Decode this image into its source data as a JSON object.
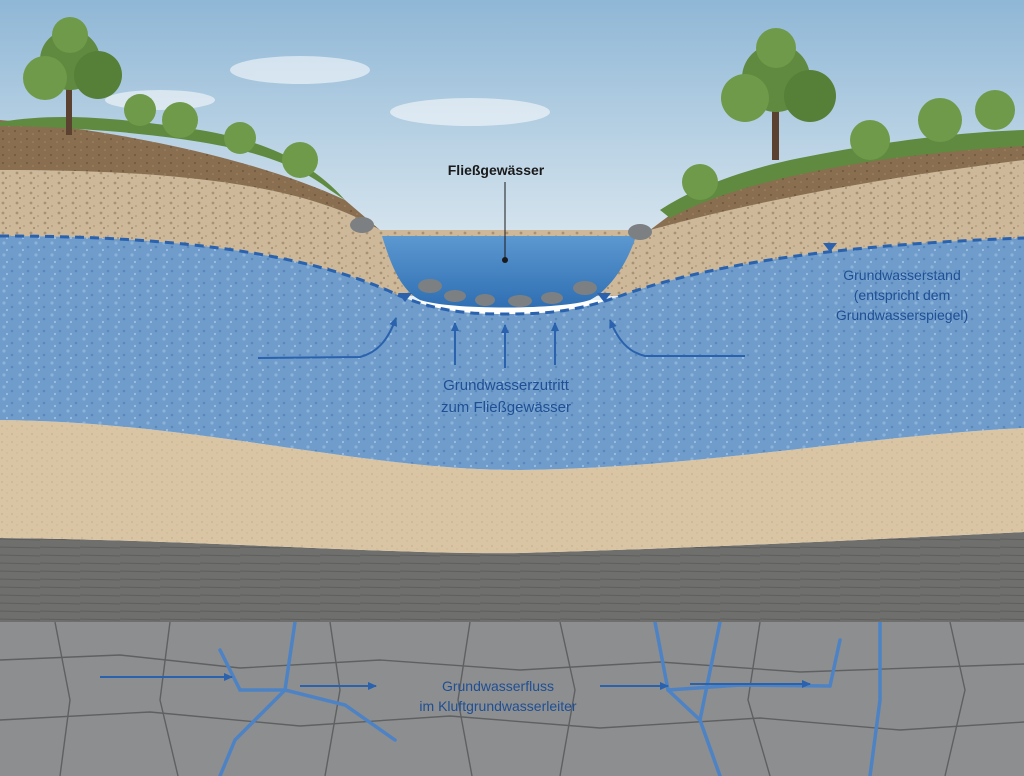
{
  "labels": {
    "river": "Fließgewässer",
    "water_level_line1": "Grundwasserstand",
    "water_level_line2": "(entspricht dem",
    "water_level_line3": "Grundwasserspiegel)",
    "inflow_line1": "Grundwasserzutritt",
    "inflow_line2": "zum Fließgewässer",
    "fracture_flow_line1": "Grundwasserfluss",
    "fracture_flow_line2": "im Kluftgrundwasserleiter"
  },
  "colors": {
    "sky_top": "#8fb7d6",
    "sky_bottom": "#e8f0f4",
    "topsoil": "#8a6e50",
    "gravel": "#cdb89a",
    "aquifer": "#6f9ccb",
    "sand": "#d9c4a3",
    "clay": "#6f6f6d",
    "bedrock": "#8d8e8f",
    "water": "#3f7fc0",
    "accent_blue": "#2a62ad",
    "label_blue": "#1f4f94",
    "label_dark": "#1a1a1a",
    "vegetation": "#5f8a3f"
  },
  "icons": [
    "tree-icon",
    "water-table-triangle-icon",
    "flow-arrow-icon"
  ]
}
